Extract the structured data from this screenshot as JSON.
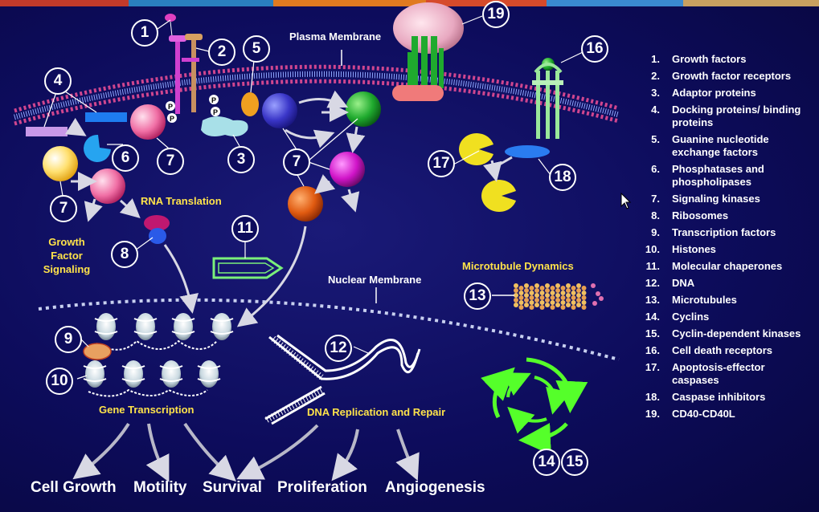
{
  "labels": {
    "plasma_membrane": "Plasma Membrane",
    "rna_translation": "RNA Translation",
    "growth_factor_signaling": [
      "Growth",
      "Factor",
      "Signaling"
    ],
    "nuclear_membrane": "Nuclear Membrane",
    "microtubule_dynamics": "Microtubule Dynamics",
    "gene_transcription": "Gene Transcription",
    "dna_replication": "DNA Replication and Repair",
    "phospho": "P"
  },
  "outcomes": [
    "Cell Growth",
    "Motility",
    "Survival",
    "Proliferation",
    "Angiogenesis"
  ],
  "badges": [
    "1",
    "2",
    "4",
    "5",
    "6",
    "7",
    "3",
    "7",
    "7",
    "8",
    "11",
    "9",
    "10",
    "12",
    "13",
    "14",
    "15",
    "16",
    "17",
    "18",
    "19"
  ],
  "legend": [
    {
      "num": "1.",
      "text": "Growth factors"
    },
    {
      "num": "2.",
      "text": "Growth factor receptors"
    },
    {
      "num": "3.",
      "text": "Adaptor proteins"
    },
    {
      "num": "4.",
      "text": "Docking proteins/ binding proteins"
    },
    {
      "num": "5.",
      "text": "Guanine nucleotide exchange factors"
    },
    {
      "num": "6.",
      "text": "Phosphatases and phospholipases"
    },
    {
      "num": "7.",
      "text": "Signaling kinases"
    },
    {
      "num": "8.",
      "text": "Ribosomes"
    },
    {
      "num": "9.",
      "text": "Transcription factors"
    },
    {
      "num": "10.",
      "text": "Histones"
    },
    {
      "num": "11.",
      "text": "Molecular chaperones"
    },
    {
      "num": "12.",
      "text": "DNA"
    },
    {
      "num": "13.",
      "text": "Microtubules"
    },
    {
      "num": "14.",
      "text": "Cyclins"
    },
    {
      "num": "15.",
      "text": "Cyclin-dependent kinases"
    },
    {
      "num": "16.",
      "text": "Cell death receptors"
    },
    {
      "num": "17.",
      "text": "Apoptosis-effector caspases"
    },
    {
      "num": "18.",
      "text": "Caspase inhibitors"
    },
    {
      "num": "19.",
      "text": "CD40-CD40L"
    }
  ],
  "colors": {
    "background": "#0d0c5c",
    "label_yellow": "#ffe34a",
    "membrane": "#d0468f",
    "kinase_green": "#1faa2e",
    "cycle_arrow": "#55ff2a"
  }
}
